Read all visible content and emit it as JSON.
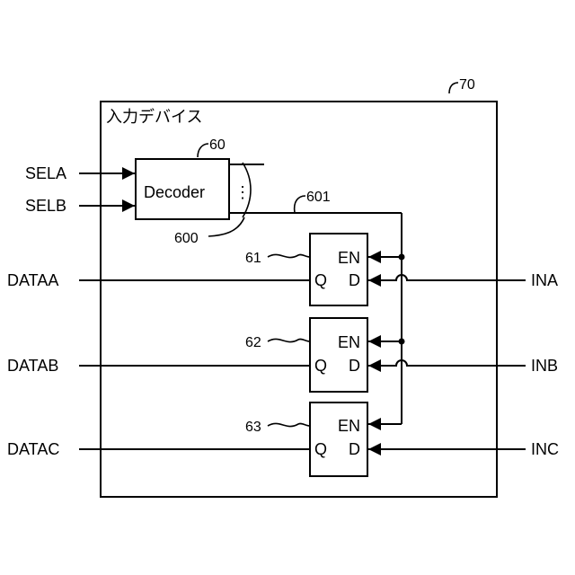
{
  "ref_device": "70",
  "device_title": "入力デバイス",
  "decoder": {
    "ref": "60",
    "label": "Decoder",
    "dots": "⋮",
    "bus_ref": "600"
  },
  "select_line_ref": "601",
  "inputs": {
    "sela": "SELA",
    "selb": "SELB"
  },
  "latches": [
    {
      "ref": "61",
      "en": "EN",
      "q": "Q",
      "d": "D",
      "data_out": "DATAA",
      "in": "INA"
    },
    {
      "ref": "62",
      "en": "EN",
      "q": "Q",
      "d": "D",
      "data_out": "DATAB",
      "in": "INB"
    },
    {
      "ref": "63",
      "en": "EN",
      "q": "Q",
      "d": "D",
      "data_out": "DATAC",
      "in": "INC"
    }
  ]
}
